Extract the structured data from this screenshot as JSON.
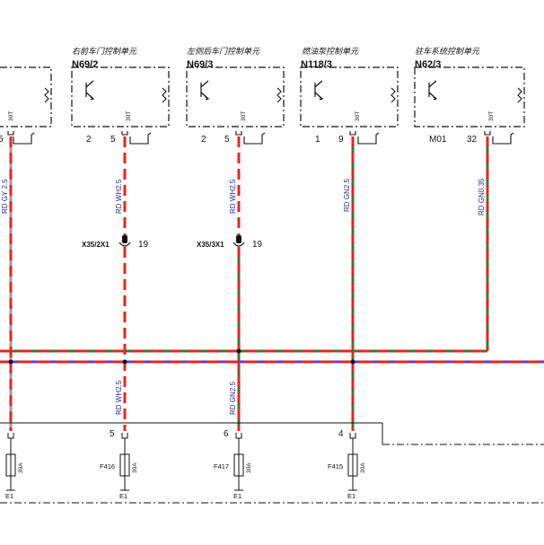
{
  "modules": [
    {
      "id": "m0",
      "title": "",
      "code": "",
      "pins": [
        "",
        "5"
      ],
      "relay": "30T"
    },
    {
      "id": "m1",
      "title": "右前车门控制单元",
      "code": "N69/2",
      "pins": [
        "2",
        "5"
      ],
      "relay": "30T"
    },
    {
      "id": "m2",
      "title": "左侧后车门控制单元",
      "code": "N69/3",
      "pins": [
        "2",
        "5"
      ],
      "relay": "30T"
    },
    {
      "id": "m3",
      "title": "燃油泵控制单元",
      "code": "N118/3",
      "pins": [
        "1",
        "9"
      ],
      "relay": "30T"
    },
    {
      "id": "m4",
      "title": "驻车系统控制单元",
      "code": "N62/3",
      "pins": [
        "M01",
        "32"
      ],
      "relay": "30T"
    }
  ],
  "wires": {
    "upper": [
      {
        "label": "RD GY 2.5",
        "color_a": "#e8241f",
        "color_b": "#9a9a9a"
      },
      {
        "label": "RD WH2.5",
        "color_a": "#e8241f",
        "color_b": "#ffffff"
      },
      {
        "label": "RD WH2.5",
        "color_a": "#e8241f",
        "color_b": "#2e7d32"
      },
      {
        "label": "RD GN2.5",
        "color_a": "#e8241f",
        "color_b": "#2e7d32"
      },
      {
        "label": "RD GN0.35",
        "color_a": "#e8241f",
        "color_b": "#2e7d32"
      }
    ],
    "lower": [
      {
        "label": ""
      },
      {
        "label": "RD WH2.5"
      },
      {
        "label": "RD GN2.5"
      },
      {
        "label": ""
      }
    ]
  },
  "connectors": [
    {
      "label": "X35/2X1",
      "pin": "19"
    },
    {
      "label": "X35/3X1",
      "pin": "19"
    }
  ],
  "fuses": [
    {
      "pin": "",
      "name": "",
      "rating": "30A",
      "ground": "E1"
    },
    {
      "pin": "5",
      "name": "F416",
      "rating": "30A",
      "ground": "E1"
    },
    {
      "pin": "6",
      "name": "F417",
      "rating": "30A",
      "ground": "E1"
    },
    {
      "pin": "4",
      "name": "F415",
      "rating": "30A",
      "ground": "E1"
    }
  ],
  "colors": {
    "red": "#e8241f",
    "green": "#2e7d32",
    "gray": "#9a9a9a",
    "violet": "#5a3fd6",
    "label_blue": "#2a2a9a"
  }
}
